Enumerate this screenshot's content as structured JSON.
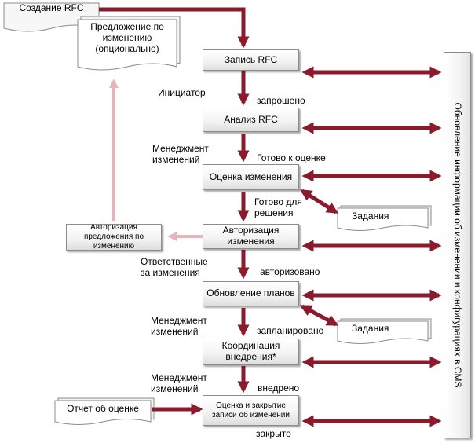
{
  "boxes": {
    "create_rfc": "Создание RFC",
    "proposal": "Предложение по изменению (опционально)",
    "record_rfc": "Запись RFC",
    "analysis": "Анализ RFC",
    "change_assessment": "Оценка изменения",
    "authorization": "Авторизация изменения",
    "proposal_authorization": "Авторизация предложения по изменению",
    "tasks_1": "Задания",
    "update_plans": "Обновление планов",
    "tasks_2": "Задания",
    "coordination": "Координация внедрения*",
    "evaluation_report": "Отчет об оценке",
    "evaluation_closure": "Оценка и закрытие записи об изменении",
    "cms_update": "Обновление информации об изменении и конфигурациях в CMS"
  },
  "roles": {
    "initiator": "Инициатор",
    "change_mgmt_1": "Менеджмент изменений",
    "responsible": "Ответственные за изменения",
    "change_mgmt_2": "Менеджмент изменений",
    "change_mgmt_3": "Менеджмент изменений"
  },
  "statuses": {
    "requested": "запрошено",
    "ready_for_assessment": "Готово к оценке",
    "ready_for_decision": "Готово для решения",
    "authorized": "авторизовано",
    "scheduled": "запланировано",
    "implemented": "внедрено",
    "closed": "закрыто"
  },
  "colors": {
    "arrow": "#8b1a2c",
    "feedback_arrow": "#e8b3b9",
    "box_border": "#8c8c8c"
  }
}
